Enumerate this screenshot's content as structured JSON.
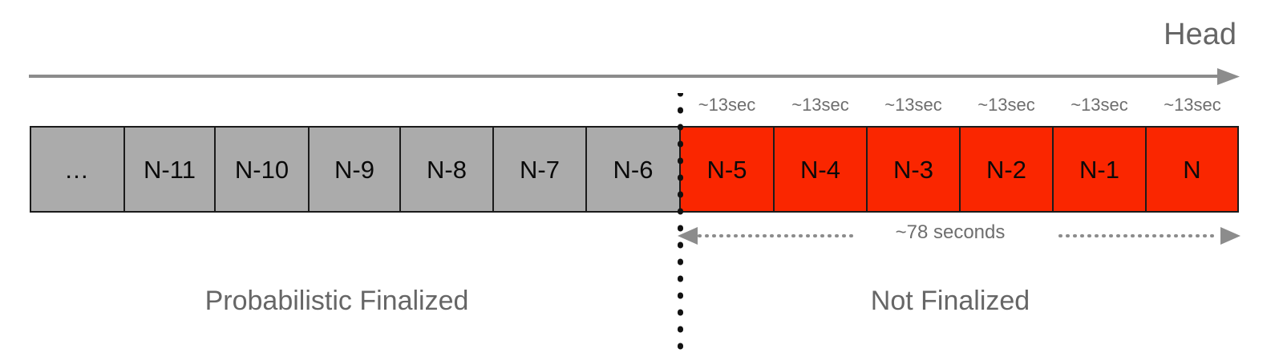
{
  "diagram": {
    "title_label": "Head",
    "direction_arrow_icon": "right-arrow-icon",
    "boundary_divider_icon": "vertical-dotted-divider-icon",
    "colors": {
      "finalized_block": "#ababab",
      "unfinalized_block": "#fa2600",
      "text_gray": "#666666",
      "label_gray": "#6e6e6e",
      "border": "#1b1b1b"
    }
  },
  "chain": {
    "blocks": [
      {
        "label": "…",
        "state": "finalized",
        "tick": null
      },
      {
        "label": "N-11",
        "state": "finalized",
        "tick": null
      },
      {
        "label": "N-10",
        "state": "finalized",
        "tick": null
      },
      {
        "label": "N-9",
        "state": "finalized",
        "tick": null
      },
      {
        "label": "N-8",
        "state": "finalized",
        "tick": null
      },
      {
        "label": "N-7",
        "state": "finalized",
        "tick": null
      },
      {
        "label": "N-6",
        "state": "finalized",
        "tick": null
      },
      {
        "label": "N-5",
        "state": "not-finalized",
        "tick": "~13sec"
      },
      {
        "label": "N-4",
        "state": "not-finalized",
        "tick": "~13sec"
      },
      {
        "label": "N-3",
        "state": "not-finalized",
        "tick": "~13sec"
      },
      {
        "label": "N-2",
        "state": "not-finalized",
        "tick": "~13sec"
      },
      {
        "label": "N-1",
        "state": "not-finalized",
        "tick": "~13sec"
      },
      {
        "label": "N",
        "state": "not-finalized",
        "tick": "~13sec"
      }
    ]
  },
  "ticks": [
    "~13sec",
    "~13sec",
    "~13sec",
    "~13sec",
    "~13sec",
    "~13sec"
  ],
  "span": {
    "label": "~78 seconds",
    "arrow_icon": "double-headed-dotted-arrow-icon"
  },
  "regions": {
    "left_caption": "Probabilistic Finalized",
    "right_caption": "Not Finalized"
  }
}
